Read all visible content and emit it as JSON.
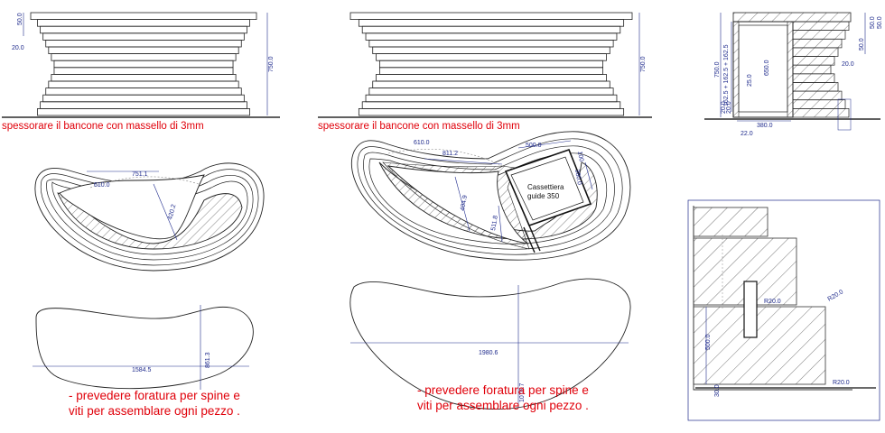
{
  "notes": {
    "thickening": "spessorare il bancone con massello di 3mm",
    "dowels_line1": "- prevedere foratura per spine e",
    "dowels_line2": "viti per assemblare ogni pezzo ."
  },
  "elevation": {
    "total_height": "750.0",
    "top_band": "50.0",
    "step": "20.0"
  },
  "plan_small": {
    "arc": "751.1",
    "depth": "420.2",
    "radius": "610.0"
  },
  "plan_large": {
    "radius": "610.0",
    "arc": "811.2",
    "depth": "404.9",
    "side": "511.8",
    "drawer_w": "500.0",
    "drawer_d": "380.0",
    "drawer_ext": "100",
    "drawer_label_1": "Cassettiera",
    "drawer_label_2": "guide 350"
  },
  "top_small": {
    "width": "1584.5",
    "depth": "861.3"
  },
  "top_large": {
    "width": "1980.6",
    "depth": "1076.7"
  },
  "section": {
    "h750": "750.0",
    "h650": "650.0",
    "top_a": "50.0",
    "top_b": "50.0",
    "stack": "162.5 + 162.5 + 162.5",
    "gap": "50.0",
    "step": "20.0",
    "inner": "25.0",
    "base_a": "20.0",
    "base_b": "20.0",
    "width": "380.0",
    "foot": "22.0"
  },
  "detail": {
    "step_a": "R20.0",
    "step_b": "R20.0",
    "height": "500.0",
    "foot_r": "R20.0",
    "foot": "30.0"
  }
}
